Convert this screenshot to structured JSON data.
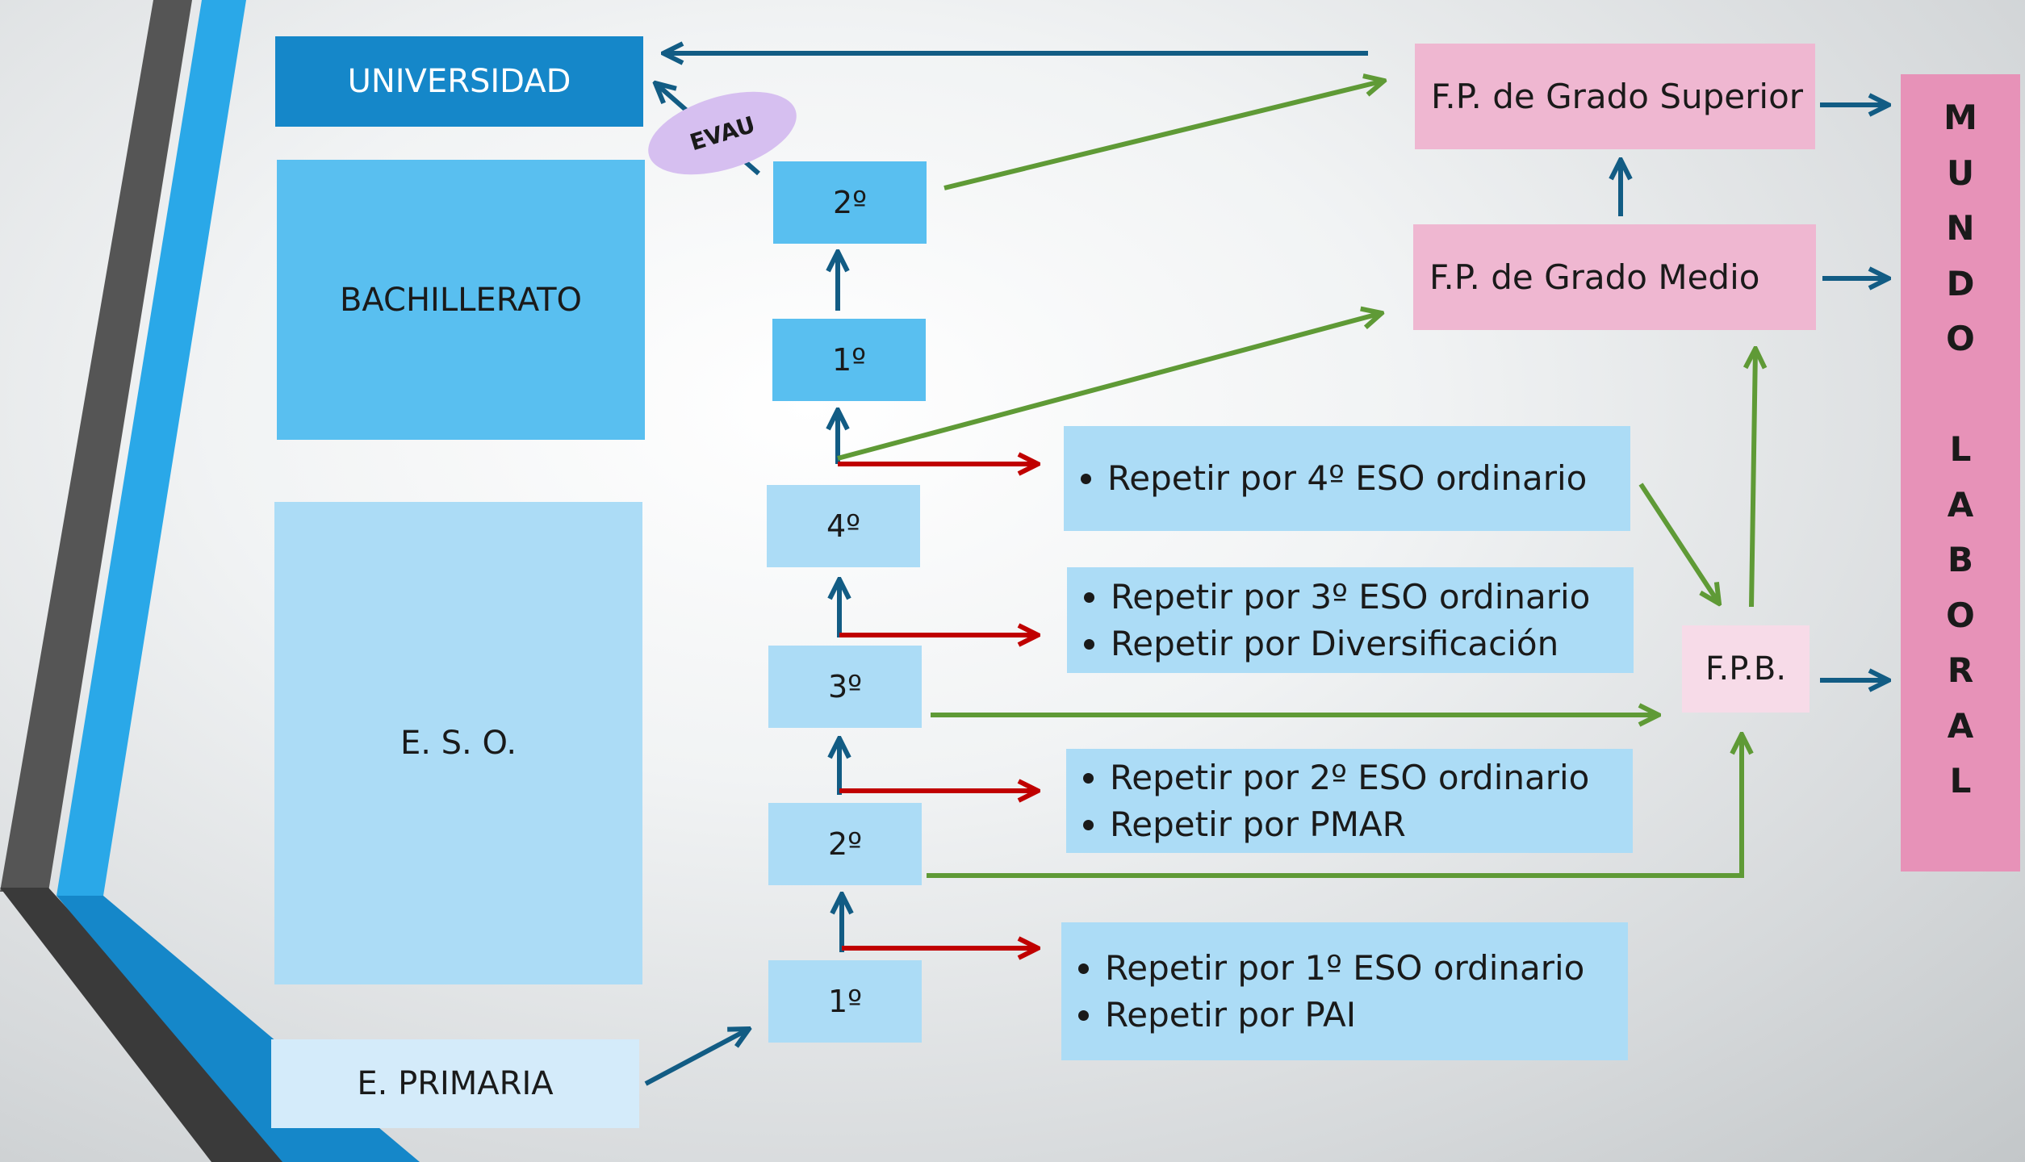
{
  "stages": {
    "universidad": "UNIVERSIDAD",
    "bachillerato": "BACHILLERATO",
    "eso": "E. S. O.",
    "primaria": "E. PRIMARIA"
  },
  "evau": "EVAU",
  "grades": {
    "bach_2": "2º",
    "bach_1": "1º",
    "eso_4": "4º",
    "eso_3": "3º",
    "eso_2": "2º",
    "eso_1": "1º"
  },
  "repeat_options": {
    "eso_4": [
      "Repetir por 4º ESO ordinario"
    ],
    "eso_3": [
      "Repetir por 3º ESO ordinario",
      "Repetir por Diversificación"
    ],
    "eso_2": [
      "Repetir por 2º ESO ordinario",
      "Repetir por PMAR"
    ],
    "eso_1": [
      "Repetir por 1º ESO ordinario",
      "Repetir por PAI"
    ]
  },
  "fp": {
    "superior": "F.P. de Grado Superior",
    "medio": "F.P. de Grado Medio",
    "basica": "F.P.B."
  },
  "mundo_laboral_letters": [
    "M",
    "U",
    "N",
    "D",
    "O",
    "",
    "L",
    "A",
    "B",
    "O",
    "R",
    "A",
    "L"
  ],
  "colors": {
    "progress_arrow": "#125c84",
    "pathway_arrow": "#5f9a36",
    "repeat_arrow": "#c00000",
    "stage_dark": "#1587c9",
    "stage_mid": "#59bff0",
    "stage_light": "#acdcf6",
    "fp": "#efb7d1",
    "mundo_laboral": "#e792b8"
  }
}
